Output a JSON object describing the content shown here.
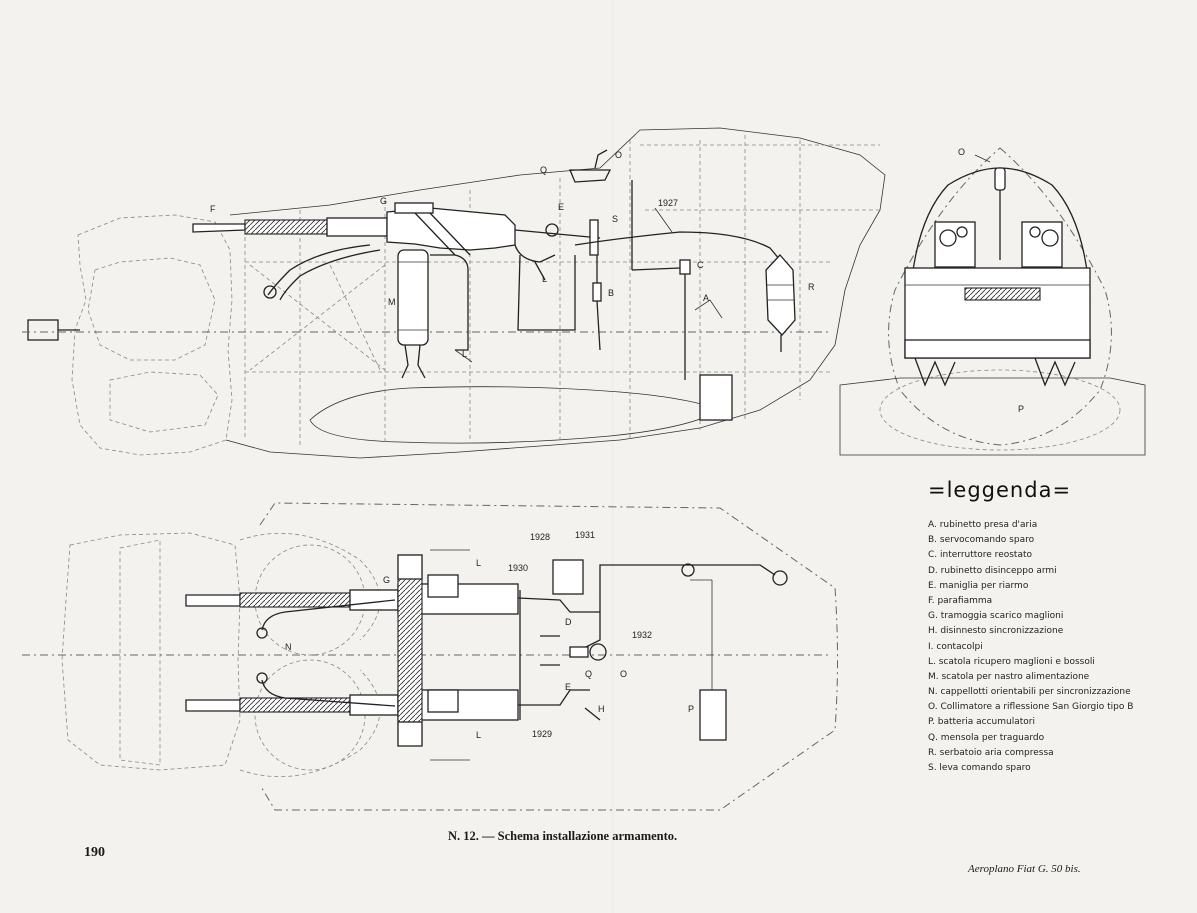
{
  "side_view_labels": {
    "Q": "Q",
    "O": "O",
    "G": "G",
    "E": "E",
    "S": "S",
    "yr": "1927",
    "F": "F",
    "C": "C",
    "B": "B",
    "A": "A",
    "R": "R",
    "M": "M",
    "L1": "L",
    "L2": "L"
  },
  "front_view_labels": {
    "O": "O",
    "P": "P"
  },
  "plan_view_labels": {
    "n1928": "1928",
    "n1931": "1931",
    "n1930": "1930",
    "n1932": "1932",
    "n1929": "1929",
    "G": "G",
    "L_top": "L",
    "L_bot": "L",
    "N": "N",
    "D": "D",
    "Q": "Q",
    "O": "O",
    "E": "E",
    "H": "H",
    "P": "P"
  },
  "legend": {
    "title": "=leggenda=",
    "items": [
      "A. rubinetto presa d'aria",
      "B. servocomando sparo",
      "C. interruttore reostato",
      "D. rubinetto disinceppo armi",
      "E. maniglia per riarmo",
      "F. parafiamma",
      "G. tramoggia scarico maglioni",
      "H. disinnesto sincronizzazione",
      "I. contacolpi",
      "L. scatola ricupero maglioni e bossoli",
      "M. scatola per nastro alimentazione",
      "N. cappellotti orientabili per sincronizzazione",
      "O. Collimatore a riflessione San Giorgio tipo B",
      "P. batteria accumulatori",
      "Q. mensola per traguardo",
      "R. serbatoio aria compressa",
      "S. leva comando sparo"
    ]
  },
  "caption": "N. 12. — Schema installazione armamento.",
  "page_number": "190",
  "footer_title": "Aeroplano Fiat G. 50 bis."
}
